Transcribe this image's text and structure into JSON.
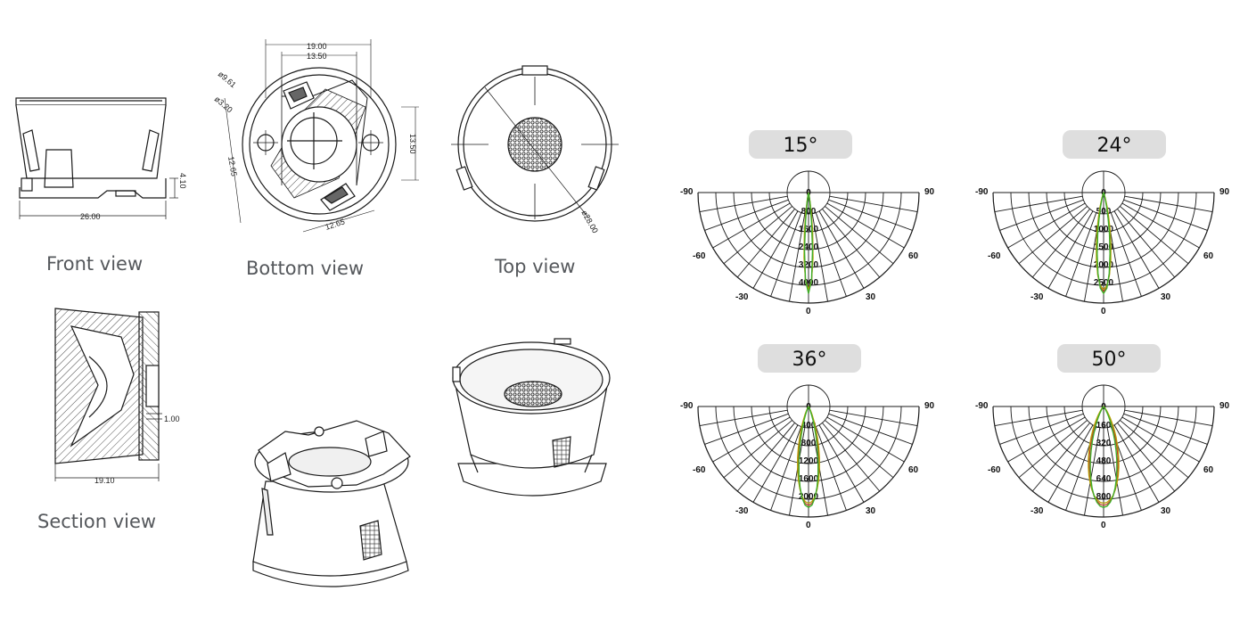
{
  "views": {
    "front": {
      "caption": "Front view",
      "dims": {
        "width": "26.00",
        "height": "4.10"
      }
    },
    "bottom": {
      "caption": "Bottom view",
      "dims": {
        "outer_width": "19.00",
        "inner_width": "13.50",
        "hole_large": "ø9.61",
        "hole_small": "ø3.20",
        "vertical": "13.50",
        "slant_left": "12.65",
        "slant_bottom": "12.65"
      }
    },
    "top": {
      "caption": "Top view",
      "dims": {
        "diameter": "ø28.00"
      }
    },
    "section": {
      "caption": "Section view",
      "dims": {
        "thickness": "1.00",
        "width": "19.10"
      }
    }
  },
  "polar_charts": [
    {
      "badge": "15°",
      "radial_labels": [
        "0",
        "800",
        "1600",
        "2400",
        "3200",
        "4000"
      ],
      "beam_half_angle_deg": 7.5
    },
    {
      "badge": "24°",
      "radial_labels": [
        "0",
        "500",
        "1000",
        "1500",
        "2000",
        "2500"
      ],
      "beam_half_angle_deg": 12
    },
    {
      "badge": "36°",
      "radial_labels": [
        "0",
        "400",
        "800",
        "1200",
        "1600",
        "2000"
      ],
      "beam_half_angle_deg": 18
    },
    {
      "badge": "50°",
      "radial_labels": [
        "0",
        "160",
        "320",
        "480",
        "640",
        "800"
      ],
      "beam_half_angle_deg": 25
    }
  ],
  "polar_angle_labels": {
    "left90": "-90",
    "right90": "90",
    "left60": "-60",
    "right60": "60",
    "left30": "-30",
    "right30": "30",
    "bottom0": "0"
  },
  "colors": {
    "line": "#1a1a1a",
    "green_curve": "#3fae2a",
    "red_curve": "#c0392b",
    "yellow_curve": "#b8a000",
    "badge_bg": "#dedede"
  }
}
